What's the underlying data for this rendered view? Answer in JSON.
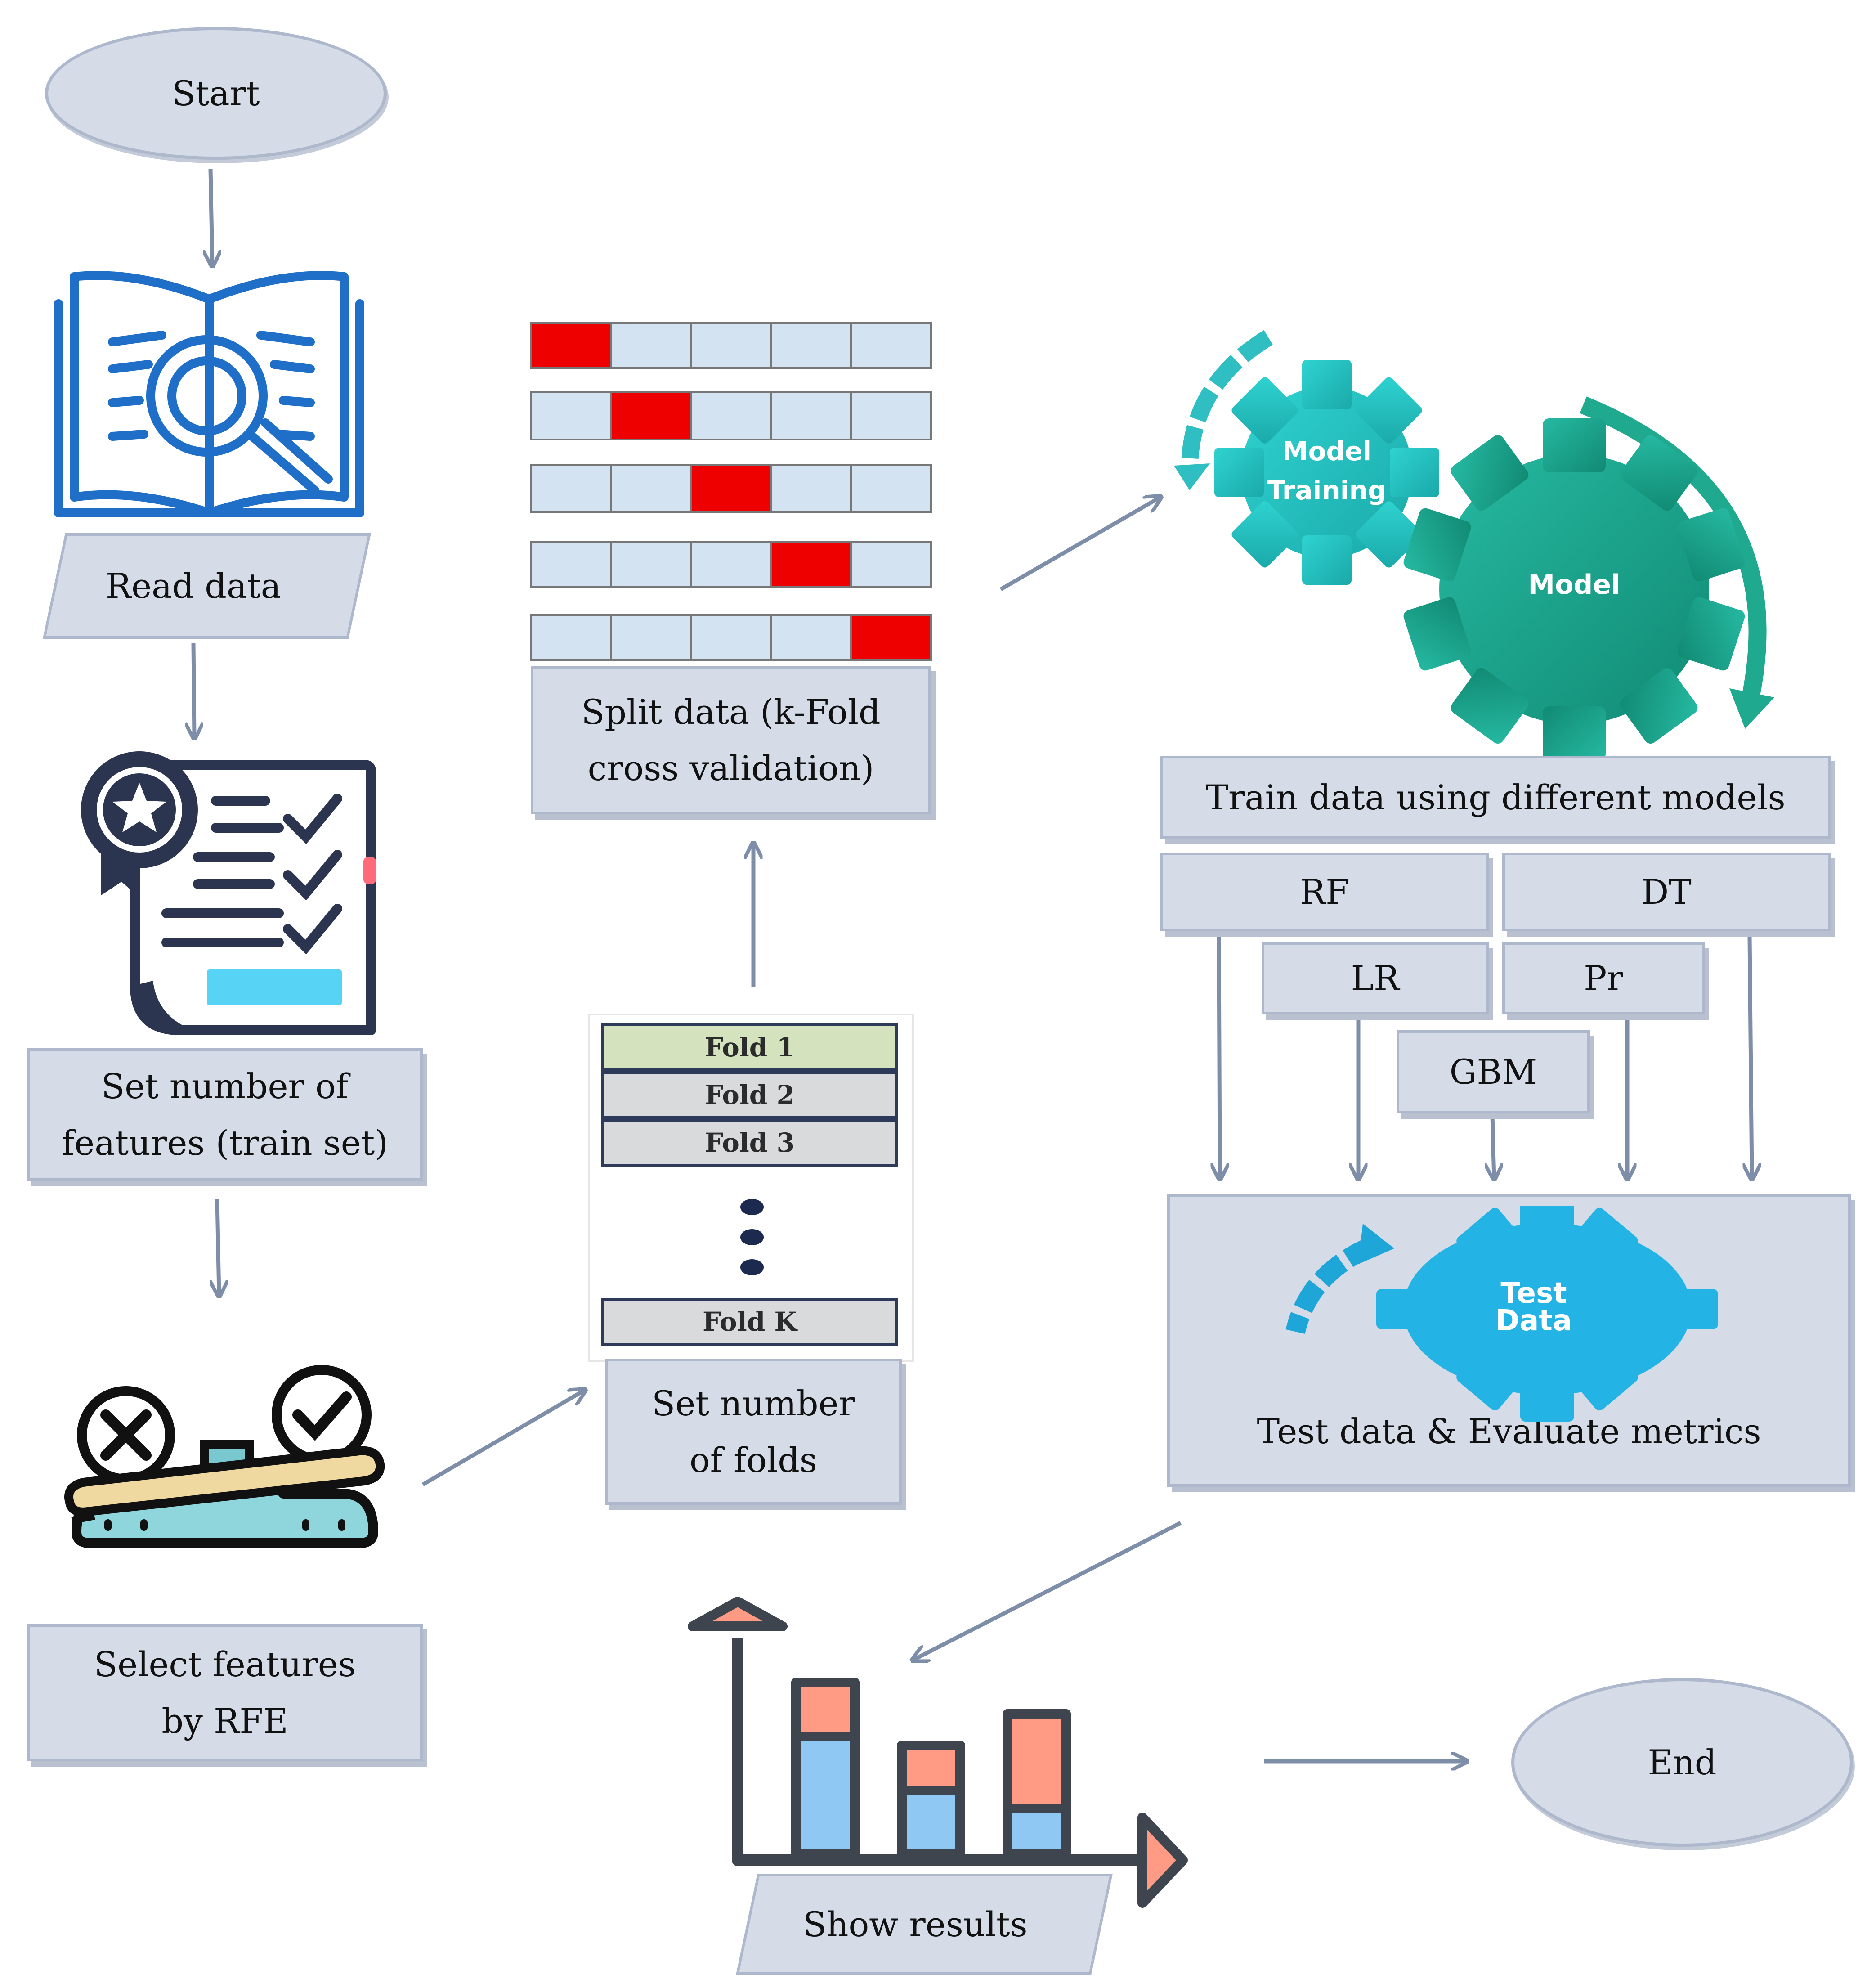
{
  "start": "Start",
  "end": "End",
  "read_data": "Read data",
  "set_features": "Set number of features (train set)",
  "select_rfe": "Select features by RFE",
  "split_data": "Split data (k-Fold cross validation)",
  "set_folds": "Set number of folds",
  "folds": [
    "Fold 1",
    "Fold 2",
    "Fold 3",
    "Fold K"
  ],
  "gears": {
    "training": "Model Training",
    "model": "Model",
    "test": "Test Data"
  },
  "train_models": "Train data using different models",
  "models": {
    "rf": "RF",
    "dt": "DT",
    "lr": "LR",
    "pr": "Pr",
    "gbm": "GBM"
  },
  "test_evaluate": "Test data & Evaluate metrics",
  "show_results": "Show results",
  "colors": {
    "box": "#d5dbe7",
    "border": "#aeb8cc",
    "arrow": "#7f8ea8",
    "fold_red": "#ee0000",
    "fold_blue": "#d4e3f1",
    "gear_teal": "#1fb7b2"
  }
}
